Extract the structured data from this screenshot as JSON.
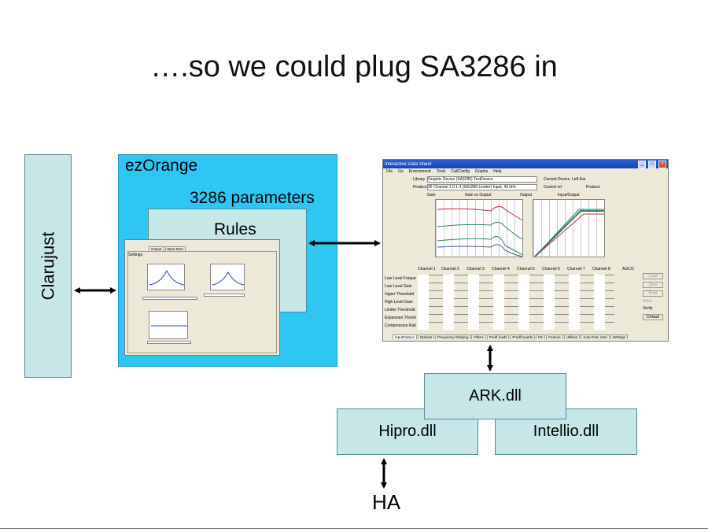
{
  "slide": {
    "title": "….so we could plug SA3286 in"
  },
  "boxes": {
    "clarujust": "Clarujust",
    "ezorange": "ezOrange",
    "params": "3286 parameters",
    "rules": "Rules",
    "ark": "ARK.dll",
    "hipro": "Hipro.dll",
    "intellio": "Intellio.dll",
    "ha": "HA"
  },
  "colors": {
    "teal_fill": "#c6e6e8",
    "teal_border": "#4e8d92",
    "cyan_fill": "#2ec7f4",
    "arrow": "#000000"
  },
  "small_window": {
    "tabs": [
      "Output",
      "Main Ram"
    ],
    "caption_left": "Settings"
  },
  "app_window": {
    "title": "Interactive Data Sheet",
    "menu": [
      "File",
      "Go",
      "Environment",
      "Tools",
      "Cal/Config",
      "Graphs",
      "Help"
    ],
    "library_label": "Library",
    "library_value": "Graphic Device (SA3286) TestDevice",
    "product_label": "Product",
    "product_value": "36 Channel 1.0 1.3 (SA3286 Limiter) Input, 43 kHz",
    "current_device_label": "Current Device",
    "current_device_value": "Left Ear",
    "control_label": "Control rel",
    "product_right": "Product",
    "gain_label": "Gain",
    "gain_plot_title": "Gain vs Output",
    "output_label": "Output",
    "io_plot_title": "Input/Output",
    "channels": [
      "Channel 1",
      "Channel 2",
      "Channel 3",
      "Channel 4",
      "Channel 5",
      "Channel 6",
      "Channel 7",
      "Channel 8"
    ],
    "agc_label": "AGCO",
    "row_labels": [
      "Low Level Frequency",
      "Low Level Gain",
      "Upper Threshold",
      "High Level Gain",
      "Limiter Threshold",
      "Expansion Threshold",
      "Compression Ratio"
    ],
    "side_buttons": [
      "Load",
      "Save",
      "Print",
      "Write",
      "Verify",
      "Default"
    ],
    "bottom_tabs": [
      "Input/Output",
      "Options",
      "Frequency Shaping",
      "Filters",
      "Predf loads",
      "Predf boards",
      "KE",
      "Feature",
      "Utilities",
      "Auto Feat. Intel",
      "Settings"
    ]
  }
}
